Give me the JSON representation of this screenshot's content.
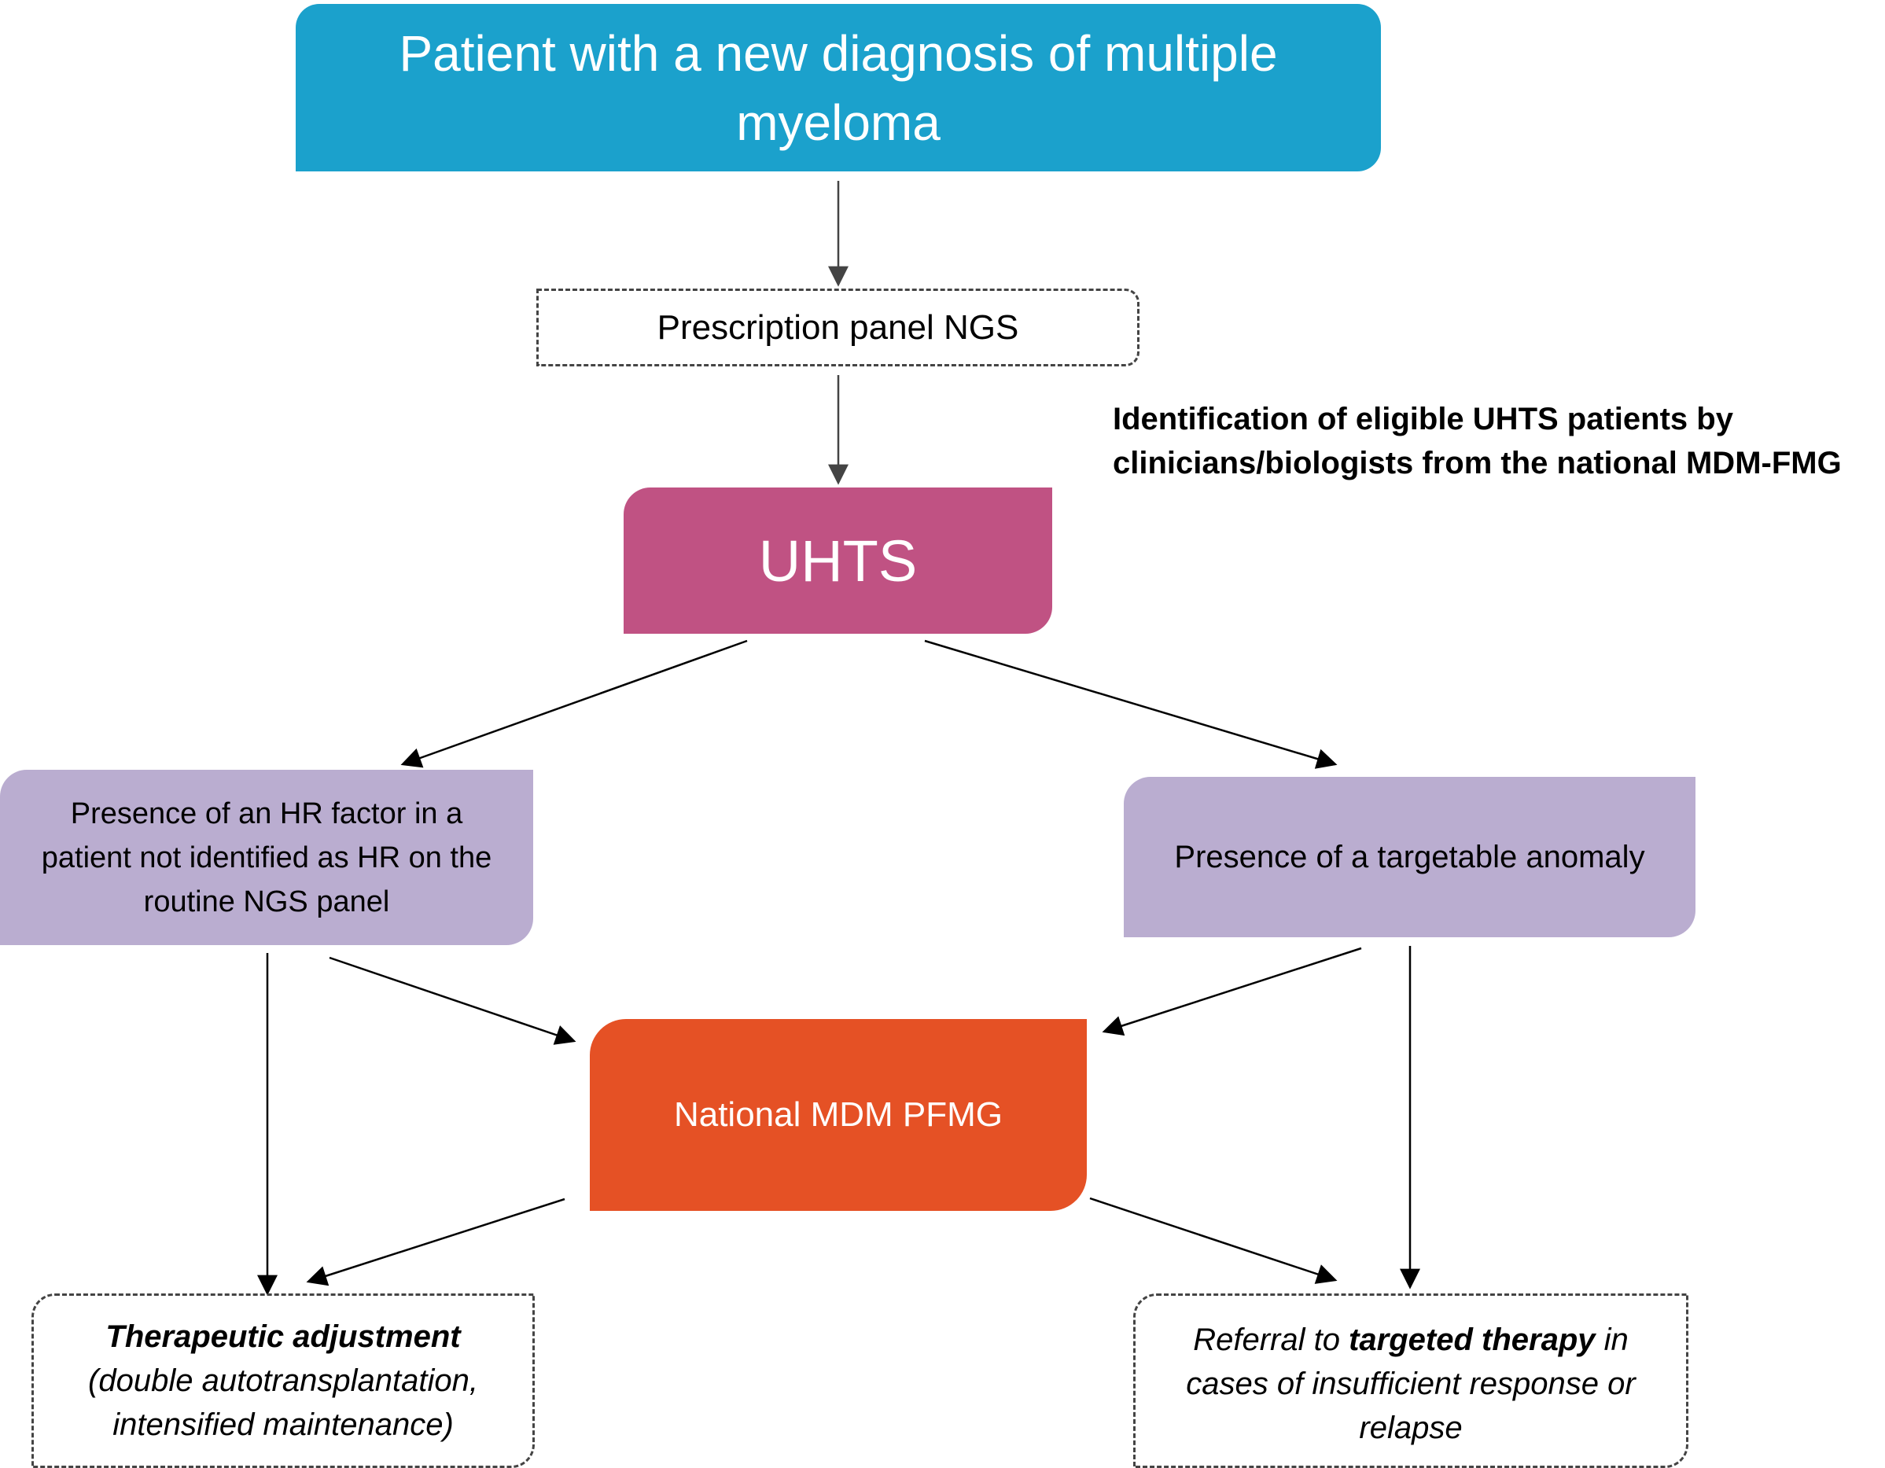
{
  "nodes": {
    "start": {
      "text": "Patient with a new diagnosis of multiple myeloma",
      "color": "#1ba1cc"
    },
    "ngs": {
      "text": "Prescription panel NGS"
    },
    "uhts": {
      "text": "UHTS",
      "color": "#c05283"
    },
    "side_note": {
      "text": "Identification of eligible UHTS patients by clinicians/biologists from the national MDM-FMG"
    },
    "hr_factor": {
      "text": "Presence of an HR factor in a patient not identified as HR on the routine NGS panel",
      "color": "#baadd0"
    },
    "targetable": {
      "text": "Presence of a targetable anomaly",
      "color": "#baadd0"
    },
    "mdm": {
      "text": "National MDM PFMG",
      "color": "#e55125"
    },
    "therapy": {
      "title": "Therapeutic adjustment",
      "detail": "(double autotransplantation, intensified maintenance)"
    },
    "referral": {
      "prefix": "Referral to ",
      "bold": "targeted therapy",
      "suffix": " in cases of insufficient response or relapse"
    }
  },
  "edges": [
    {
      "from": "start",
      "to": "ngs"
    },
    {
      "from": "ngs",
      "to": "uhts"
    },
    {
      "from": "uhts",
      "to": "hr_factor"
    },
    {
      "from": "uhts",
      "to": "targetable"
    },
    {
      "from": "hr_factor",
      "to": "mdm"
    },
    {
      "from": "hr_factor",
      "to": "therapy"
    },
    {
      "from": "targetable",
      "to": "mdm"
    },
    {
      "from": "targetable",
      "to": "referral"
    },
    {
      "from": "mdm",
      "to": "therapy"
    },
    {
      "from": "mdm",
      "to": "referral"
    }
  ]
}
